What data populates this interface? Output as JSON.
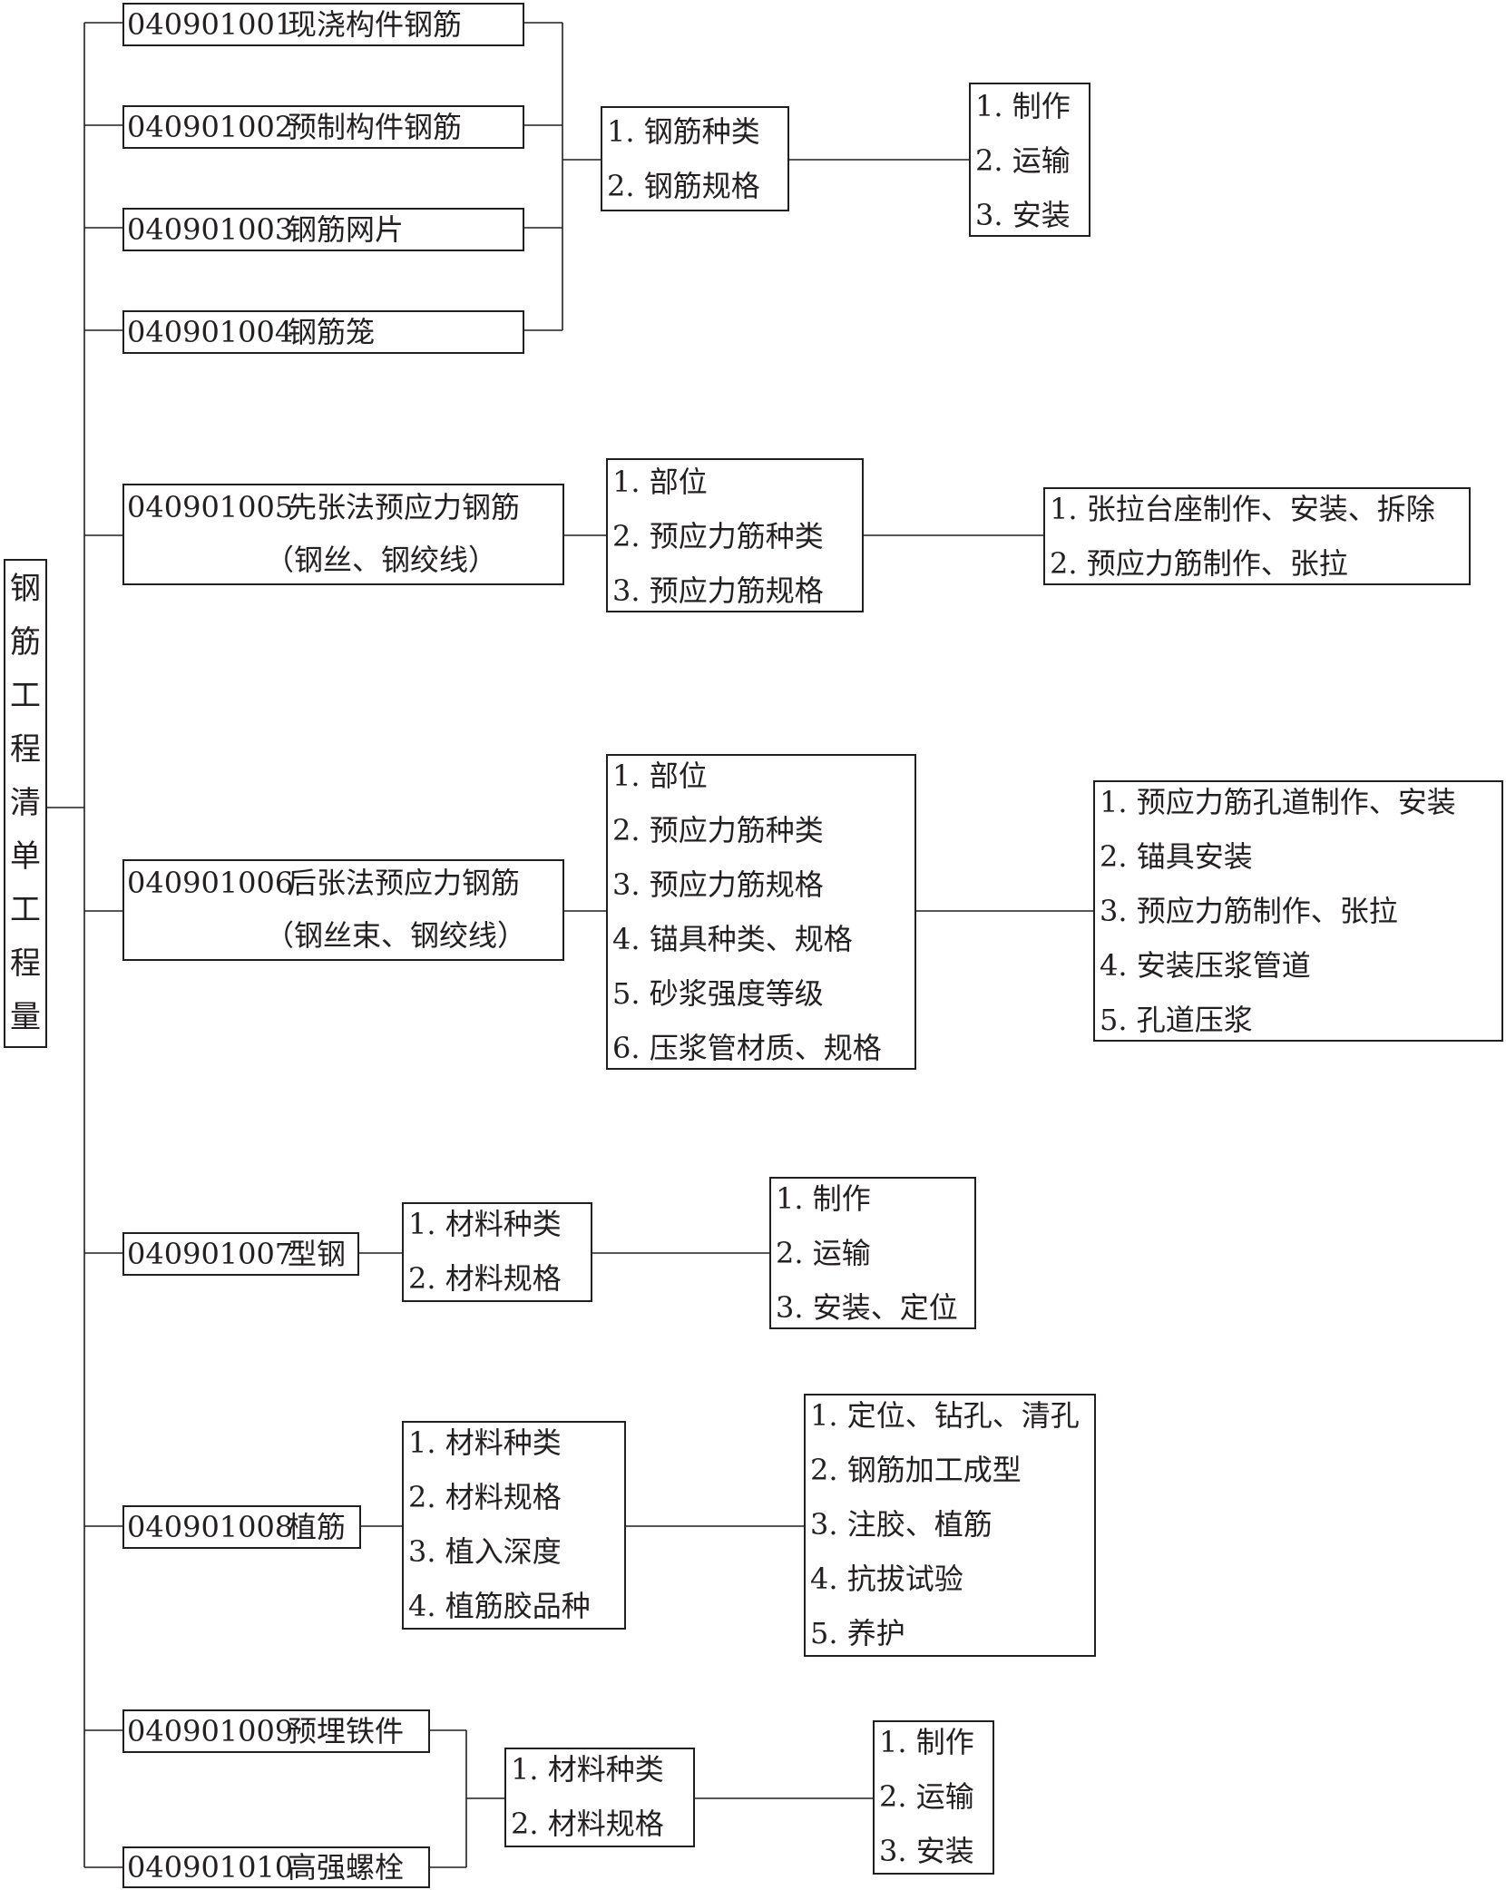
{
  "root": {
    "label": "钢\n筋\n工\n程\n清\n单\n工\n程\n量"
  },
  "items": [
    {
      "code": "040901001",
      "name": "现浇构件钢筋"
    },
    {
      "code": "040901002",
      "name": "预制构件钢筋"
    },
    {
      "code": "040901003",
      "name": "钢筋网片"
    },
    {
      "code": "040901004",
      "name": "钢筋笼"
    },
    {
      "code": "040901005",
      "name": "先张法预应力钢筋",
      "sub": "（钢丝、钢绞线）"
    },
    {
      "code": "040901006",
      "name": "后张法预应力钢筋",
      "sub": "（钢丝束、钢绞线）"
    },
    {
      "code": "040901007",
      "name": "型钢"
    },
    {
      "code": "040901008",
      "name": "植筋"
    },
    {
      "code": "040901009",
      "name": "预埋铁件"
    },
    {
      "code": "040901010",
      "name": "高强螺栓"
    }
  ],
  "features": [
    [
      "1.  钢筋种类",
      "2.  钢筋规格"
    ],
    [
      "1.  部位",
      "2.  预应力筋种类",
      "3.  预应力筋规格"
    ],
    [
      "1.  部位",
      "2.  预应力筋种类",
      "3.  预应力筋规格",
      "4.  锚具种类、规格",
      "5.  砂浆强度等级",
      "6.  压浆管材质、规格"
    ],
    [
      "1.  材料种类",
      "2.  材料规格"
    ],
    [
      "1.  材料种类",
      "2.  材料规格",
      "3.  植入深度",
      "4.  植筋胶品种"
    ],
    [
      "1.  材料种类",
      "2.  材料规格"
    ]
  ],
  "works": [
    [
      "1.  制作",
      "2.  运输",
      "3.  安装"
    ],
    [
      "1.  张拉台座制作、安装、拆除",
      "2.  预应力筋制作、张拉"
    ],
    [
      "1.  预应力筋孔道制作、安装",
      "2.  锚具安装",
      "3.  预应力筋制作、张拉",
      "4.  安装压浆管道",
      "5.  孔道压浆"
    ],
    [
      "1.  制作",
      "2.  运输",
      "3.  安装、定位"
    ],
    [
      "1.  定位、钻孔、清孔",
      "2.  钢筋加工成型",
      "3.  注胶、植筋",
      "4.  抗拔试验",
      "5.  养护"
    ],
    [
      "1.  制作",
      "2.  运输",
      "3.  安装"
    ]
  ]
}
